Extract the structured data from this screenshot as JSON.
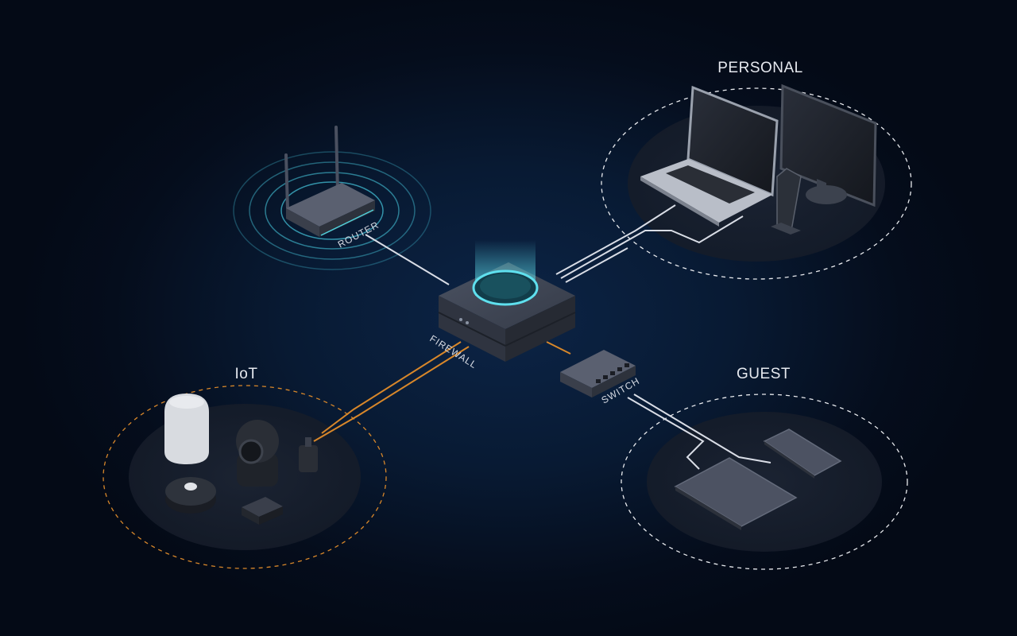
{
  "zones": {
    "personal": {
      "label": "PERSONAL"
    },
    "guest": {
      "label": "GUEST"
    },
    "iot": {
      "label": "IoT"
    }
  },
  "devices": {
    "router": {
      "label": "ROUTER"
    },
    "firewall": {
      "label": "FIREWALL"
    },
    "switch": {
      "label": "SWITCH"
    }
  },
  "colors": {
    "white_link": "#d9dde6",
    "iot_link": "#d8872a",
    "glow": "#57d8e6"
  }
}
